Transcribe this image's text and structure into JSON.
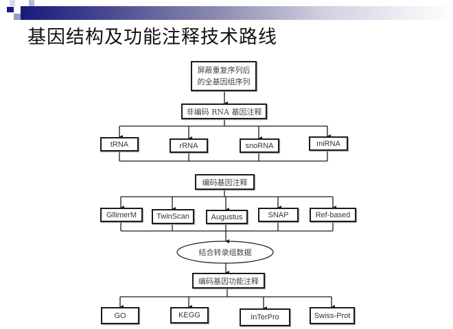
{
  "title": "基因结构及功能注释技术路线",
  "diagram": {
    "start": "屏蔽重复序列后的全基因组序列",
    "start_lines": [
      "屏蔽重复序列后",
      "的全基因组序列"
    ],
    "noncoding": {
      "label": "非编码 RNA 基因注释",
      "children": [
        "tRNA",
        "rRNA",
        "snoRNA",
        "miRNA"
      ]
    },
    "coding": {
      "label": "编码基因注释",
      "children": [
        "GllimerM",
        "TwinScan",
        "Augustus",
        "SNAP",
        "Ref-based"
      ]
    },
    "transcriptome": "结合转录组数据",
    "function": {
      "label": "编码基因功能注释",
      "children": [
        "GO",
        "KEGG",
        "InTerPro",
        "Swiss-Prot"
      ]
    }
  },
  "colors": {
    "header_dark": "#1a1a7a",
    "line": "#1a1a1a"
  }
}
